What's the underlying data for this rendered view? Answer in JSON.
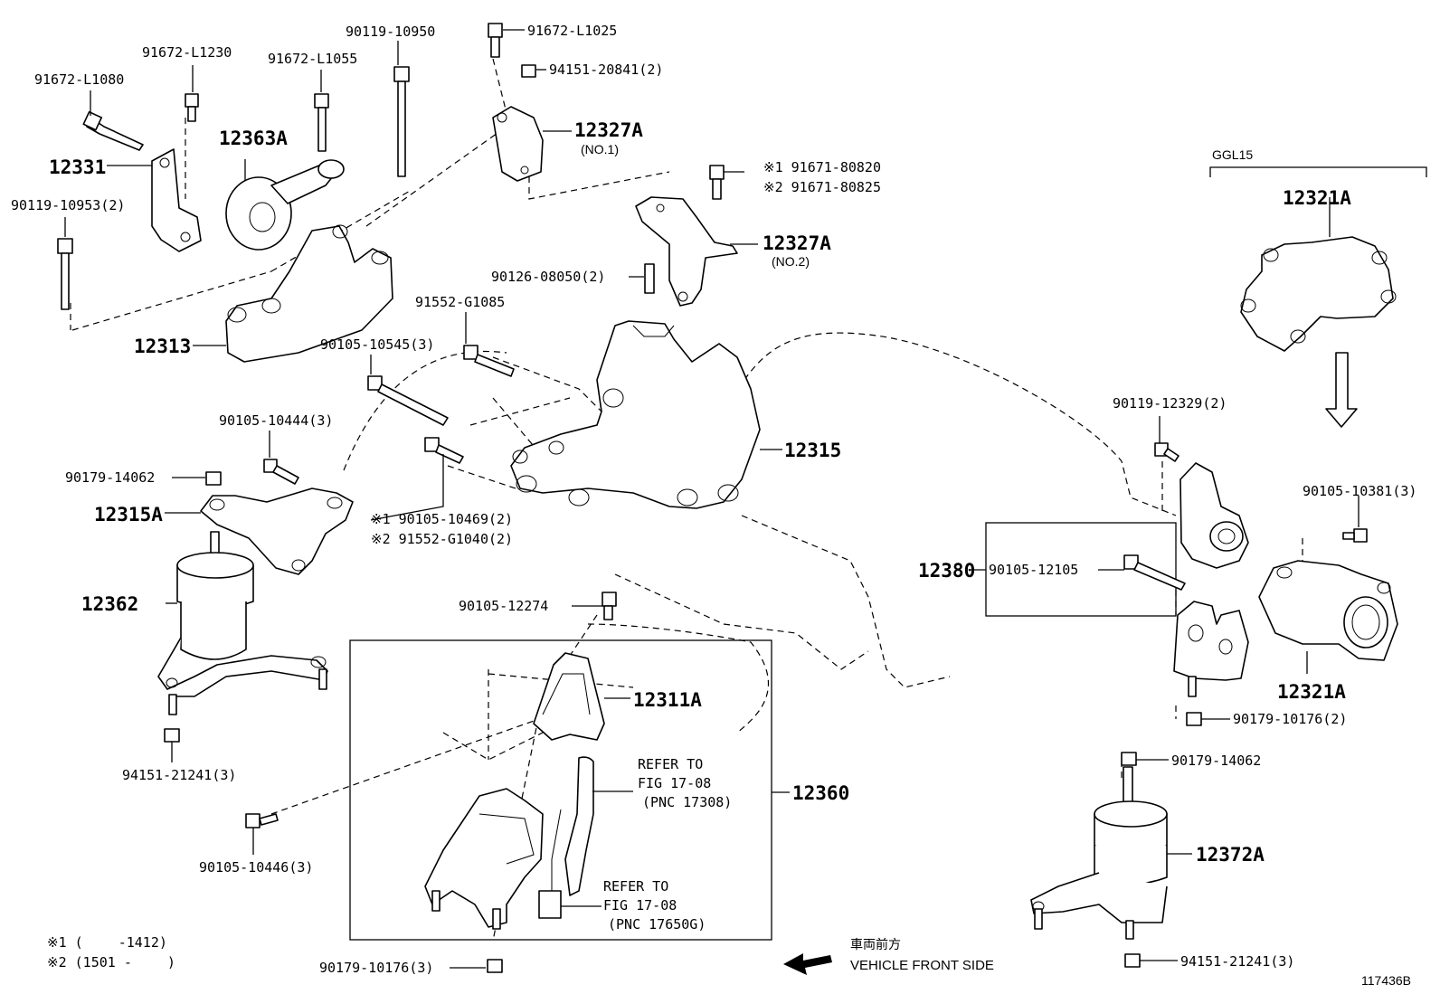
{
  "diagram": {
    "figure_id": "117436B",
    "direction": {
      "jp": "車両前方",
      "en": "VEHICLE FRONT SIDE"
    },
    "group_label": "GGL15",
    "footnotes": {
      "note1": "※1 (　　 -1412)",
      "note2": "※2 (1501 -　　 )"
    },
    "labels": {
      "p12331": "12331",
      "p12363A": "12363A",
      "p12313": "12313",
      "p12327A_1": "12327A",
      "p12327A_1_sub": "(NO.1)",
      "p12327A_2": "12327A",
      "p12327A_2_sub": "(NO.2)",
      "p12315": "12315",
      "p12315A": "12315A",
      "p12362": "12362",
      "p12311A": "12311A",
      "p12360": "12360",
      "p12321A_top": "12321A",
      "p12321A_bot": "12321A",
      "p12380": "12380",
      "p12372A": "12372A",
      "s91672L1080": "91672-L1080",
      "s91672L1230": "91672-L1230",
      "s91672L1055": "91672-L1055",
      "s90119_10950": "90119-10950",
      "s91672L1025": "91672-L1025",
      "s94151_20841": "94151-20841(2)",
      "s90119_10953": "90119-10953(2)",
      "s91671_80820": "※1 91671-80820",
      "s91671_80825": "※2 91671-80825",
      "s90126_08050": "90126-08050(2)",
      "s91552G1085": "91552-G1085",
      "s90105_10545": "90105-10545(3)",
      "s90105_10444": "90105-10444(3)",
      "s90179_14062a": "90179-14062",
      "s90105_10469": "※1 90105-10469(2)",
      "s91552G1040": "※2 91552-G1040(2)",
      "s94151_21241a": "94151-21241(3)",
      "s90105_12274": "90105-12274",
      "s90105_10446": "90105-10446(3)",
      "s90179_10176a": "90179-10176(3)",
      "s90119_12329": "90119-12329(2)",
      "s90105_10381": "90105-10381(3)",
      "s90105_12105": "90105-12105",
      "s90179_10176b": "90179-10176(2)",
      "s90179_14062b": "90179-14062",
      "s94151_21241b": "94151-21241(3)"
    },
    "refers": {
      "r1_l1": "REFER TO",
      "r1_l2": "FIG 17-08",
      "r1_l3": "(PNC 17308)",
      "r2_l1": "REFER TO",
      "r2_l2": "FIG 17-08",
      "r2_l3": "(PNC 17650G)"
    }
  }
}
